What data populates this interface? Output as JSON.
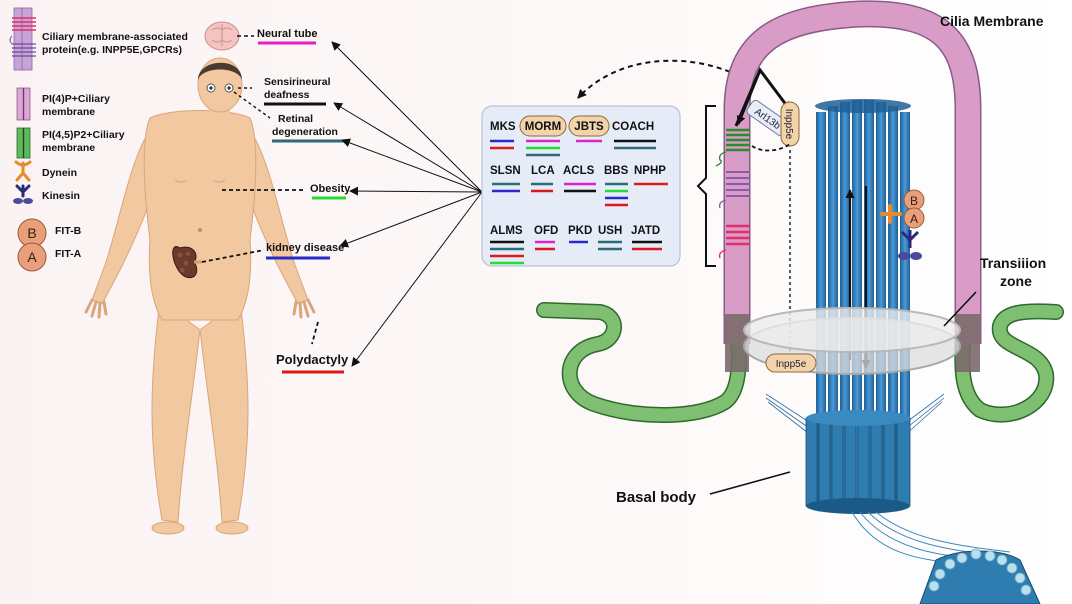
{
  "legend": {
    "ciliary_protein": "Ciliary membrane-associated protein(e.g. INPP5E,GPCRs)",
    "ciliary_protein_line1": "Ciliary membrane-associated",
    "ciliary_protein_line2": "protein(e.g. INPP5E,GPCRs)",
    "pi4p_line1": "PI(4)P+Ciliary",
    "pi4p_line2": "membrane",
    "pi45p2_line1": "PI(4,5)P2+Ciliary",
    "pi45p2_line2": "membrane",
    "dynein": "Dynein",
    "kinesin": "Kinesin",
    "fit_b": "FIT-B",
    "fit_a": "FIT-A",
    "badge_b": "B",
    "badge_a": "A"
  },
  "human_conditions": {
    "neural_tube": "Neural tube",
    "sensorineural_line1": "Sensirineural",
    "sensorineural_line2": "deafness",
    "retinal_line1": "Retinal",
    "retinal_line2": "degeneration",
    "obesity": "Obesity",
    "kidney": "kidney disease",
    "polydactyly": "Polydactyly"
  },
  "diseases": {
    "row1": [
      "MKS",
      "MORM",
      "JBTS",
      "COACH"
    ],
    "row2": [
      "SLSN",
      "LCA",
      "ACLS",
      "BBS",
      "NPHP"
    ],
    "row3": [
      "ALMS",
      "OFD",
      "PKD",
      "USH",
      "JATD"
    ]
  },
  "cilium": {
    "membrane_title": "Cilia Membrane",
    "transition_line1": "Transiiion",
    "transition_line2": "zone",
    "basal_body": "Basal body",
    "inpp5e_tip": "Inpp5e",
    "arl13b": "Arl13b",
    "inpp5e_tz": "Inpp5e"
  },
  "colors": {
    "magenta": "#e020c8",
    "black": "#111111",
    "teal": "#2a6b78",
    "green": "#22dd33",
    "blue": "#2a2acc",
    "red": "#dd1a1a",
    "skin": "#f2c8a0",
    "membrane_pink": "#d99cc6",
    "axoneme_blue": "#2f7fb8",
    "tz_green": "#7fbf72"
  }
}
